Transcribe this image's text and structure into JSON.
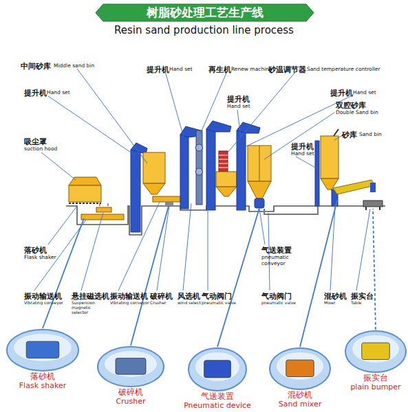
{
  "diagram": {
    "title": "树脂砂处理工艺生产线",
    "nodes": [
      {
        "text": [
          "落砂机",
          "Flask shaker"
        ]
      },
      {
        "text": [
          "破碎机",
          "Crusher"
        ]
      },
      {
        "text": [
          "气送装置",
          "Pneumatic device"
        ]
      },
      {
        "text": [
          "混砂机",
          "Sand mixer"
        ]
      },
      {
        "text": [
          "振实台",
          "plain bumper"
        ]
      }
    ],
    "labels": [
      "Resin sand production line process",
      "中间砂库",
      "Middle sand bin",
      "提升机",
      "Hand set",
      "再生机",
      "Renew machine",
      "砂温调节器",
      "Sand temperature controller",
      "提升机",
      "Hand set",
      "提升机",
      "Hand set",
      "提升机",
      "Hand set",
      "双腔砂库",
      "Double Sand bin",
      "吸尘罩",
      "suction hood",
      "砂库",
      "Sand bin",
      "提升机",
      "Hand set",
      "落砂机",
      "Flask shaker",
      "气送装置",
      "pneumatic conveyor",
      "振动输送机",
      "Vibrating conveyor",
      "悬挂磁选机",
      "Suspension magnetic selector",
      "振动输送机",
      "Vibrating conveyor",
      "破碎机",
      "Crusher",
      "风选机",
      "wind select",
      "气动阀门",
      "pneumatic valve",
      "气动阀门",
      "pneumatic valve",
      "混砂机",
      "Mixer",
      "振实台",
      "Table"
    ]
  }
}
